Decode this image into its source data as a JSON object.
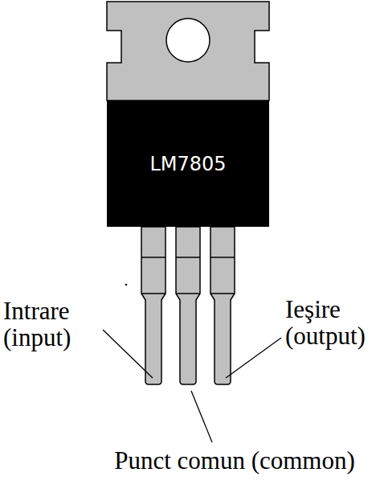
{
  "diagram": {
    "nodes": [
      {
        "text": [
          "LM7805"
        ]
      }
    ],
    "labels": [
      "Intrare (input)",
      "Ieşire (output)",
      "Punct comun (common)"
    ]
  }
}
